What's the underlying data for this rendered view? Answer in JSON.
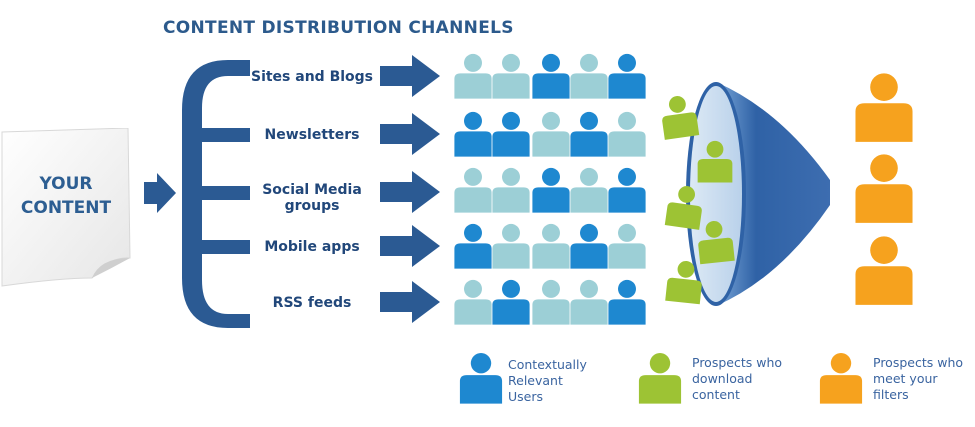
{
  "title": "CONTENT DISTRIBUTION CHANNELS",
  "content_box": {
    "line1": "YOUR",
    "line2": "CONTENT"
  },
  "channels": [
    {
      "label": "Sites and Blogs"
    },
    {
      "label": "Newsletters"
    },
    {
      "label": "Social Media groups"
    },
    {
      "label": "Mobile apps"
    },
    {
      "label": "RSS feeds"
    }
  ],
  "legend": {
    "relevant": {
      "line1": "Contextually",
      "line2": "Relevant",
      "line3": "Users"
    },
    "download": {
      "line1": "Prospects who",
      "line2": "download",
      "line3": "content"
    },
    "filters": {
      "line1": "Prospects who",
      "line2": "meet your",
      "line3": "filters"
    }
  },
  "colors": {
    "dark_blue": "#2b5a93",
    "relevant_blue": "#1e88d0",
    "light_teal": "#9ccfd6",
    "download_green": "#9dc334",
    "filter_orange": "#f6a21e"
  }
}
